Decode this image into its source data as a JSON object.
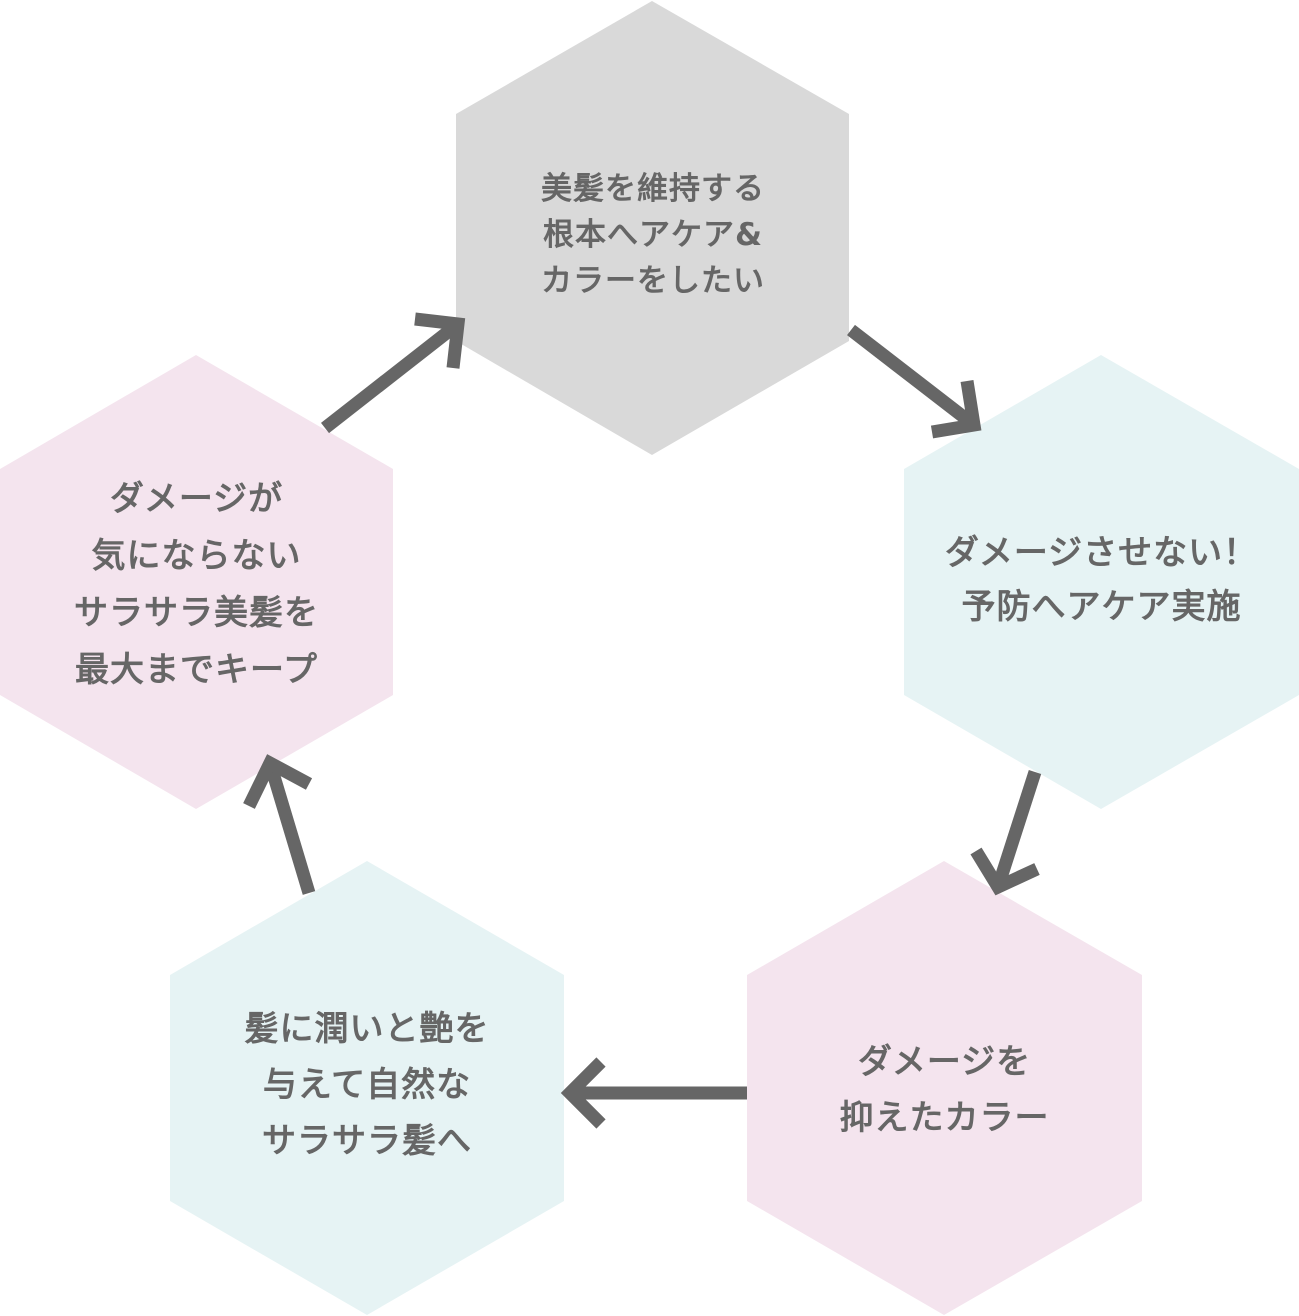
{
  "diagram": {
    "type": "cycle",
    "colors": {
      "gray_hex": "#d9d9d9",
      "teal_hex": "#e6f3f4",
      "pink_hex": "#f4e4ee",
      "text": "#666666",
      "arrow": "#666666",
      "background": "#ffffff"
    },
    "steps": [
      {
        "id": "step-1",
        "color": "gray",
        "lines": [
          "美髪を維持する",
          "根本へアケア&",
          "カラーをしたい"
        ]
      },
      {
        "id": "step-2",
        "color": "teal",
        "lines": [
          "ダメージさせない！",
          "予防へアケア実施"
        ]
      },
      {
        "id": "step-3",
        "color": "pink",
        "lines": [
          "ダメージを",
          "抑えたカラー"
        ]
      },
      {
        "id": "step-4",
        "color": "teal",
        "lines": [
          "髪に潤いと艶を",
          "与えて自然な",
          "サラサラ髪へ"
        ]
      },
      {
        "id": "step-5",
        "color": "pink",
        "lines": [
          "ダメージが",
          "気にならない",
          "サラサラ美髪を",
          "最大までキープ"
        ]
      }
    ],
    "arrows": [
      {
        "from": "step-1",
        "to": "step-2"
      },
      {
        "from": "step-2",
        "to": "step-3"
      },
      {
        "from": "step-3",
        "to": "step-4"
      },
      {
        "from": "step-4",
        "to": "step-5"
      },
      {
        "from": "step-5",
        "to": "step-1"
      }
    ]
  }
}
